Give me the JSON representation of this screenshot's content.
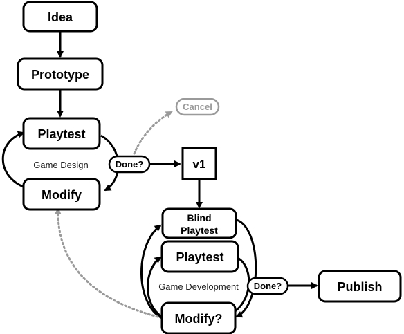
{
  "nodes": {
    "idea": "Idea",
    "prototype": "Prototype",
    "playtest_1": "Playtest",
    "modify_1": "Modify",
    "done_1": "Done?",
    "cancel": "Cancel",
    "v1": "v1",
    "blind_playtest_line1": "Blind",
    "blind_playtest_line2": "Playtest",
    "playtest_2": "Playtest",
    "modify_2": "Modify?",
    "done_2": "Done?",
    "publish": "Publish"
  },
  "loops": {
    "game_design": "Game Design",
    "game_development": "Game Development"
  },
  "colors": {
    "line": "#000000",
    "dotted": "#9a9a9a"
  }
}
